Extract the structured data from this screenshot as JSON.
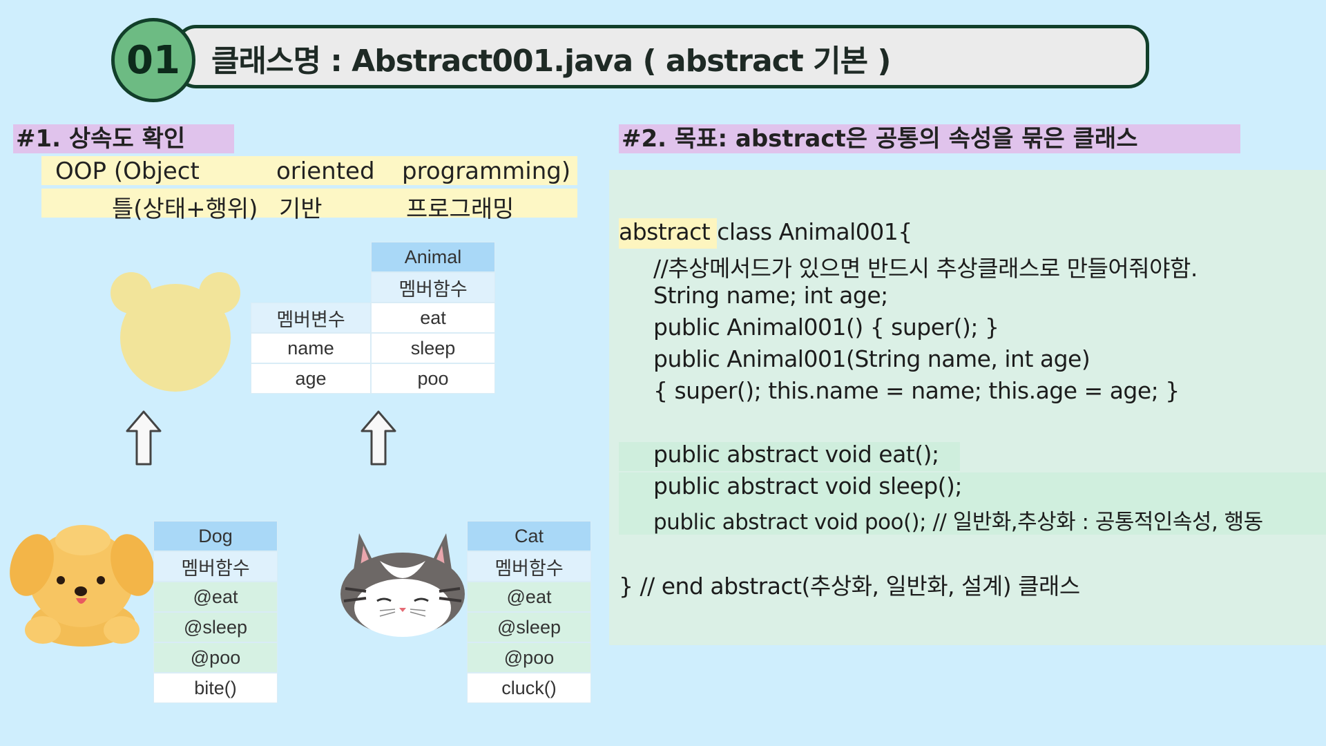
{
  "header": {
    "badge": "01",
    "title": "클래스명 : Abstract001.java    ( abstract 기본 )"
  },
  "section1": {
    "title": "#1.  상속도 확인",
    "oop_row1": [
      "OOP (Object",
      "oriented",
      "programming)"
    ],
    "oop_row2": [
      "틀(상태+행위)",
      "기반",
      "프로그래밍"
    ]
  },
  "section2": {
    "title": "#2. 목표:   abstract은 공통의 속성을 묶은 클래스"
  },
  "animal_table": {
    "name": "Animal",
    "methods_header": "멤버함수",
    "fields_header": "멤버변수",
    "fields": [
      "name",
      "age"
    ],
    "methods": [
      "eat",
      "sleep",
      "poo"
    ]
  },
  "dog_table": {
    "name": "Dog",
    "methods_header": "멤버함수",
    "rows": [
      "@eat",
      "@sleep",
      "@poo",
      "bite()"
    ]
  },
  "cat_table": {
    "name": "Cat",
    "methods_header": "멤버함수",
    "rows": [
      "@eat",
      "@sleep",
      "@poo",
      "cluck()"
    ]
  },
  "code": {
    "line1_kw": "abstract",
    "line1_rest": " class Animal001{",
    "line2": "//추상메서드가 있으면 반드시 추상클래스로 만들어줘야함.",
    "line3": "String name; int age;",
    "line4": "public Animal001() { super(); }",
    "line5": "public Animal001(String name, int age)",
    "line6": "{ super(); this.name = name; this.age = age; }",
    "line7": "public abstract void eat();",
    "line8": "public abstract void sleep();",
    "line9": "public abstract void poo(); // 일반화,추상화 : 공통적인속성, 행동",
    "line10": "} // end abstract(추상화, 일반화, 설계) 클래스"
  },
  "colors": {
    "background": "#cfeefd",
    "header_border": "#123f2a",
    "badge": "#6dbb83",
    "section_head": "#e0c3ec",
    "oop_row": "#fdf7c5",
    "table_head": "#a9d8f7",
    "override_row": "#d6f1e3",
    "code_panel": "#dbf0e6"
  },
  "icons": {
    "bear": "bear-silhouette-icon",
    "dog": "dog-illustration-icon",
    "cat": "cat-illustration-icon",
    "arrow": "up-arrow-icon"
  }
}
